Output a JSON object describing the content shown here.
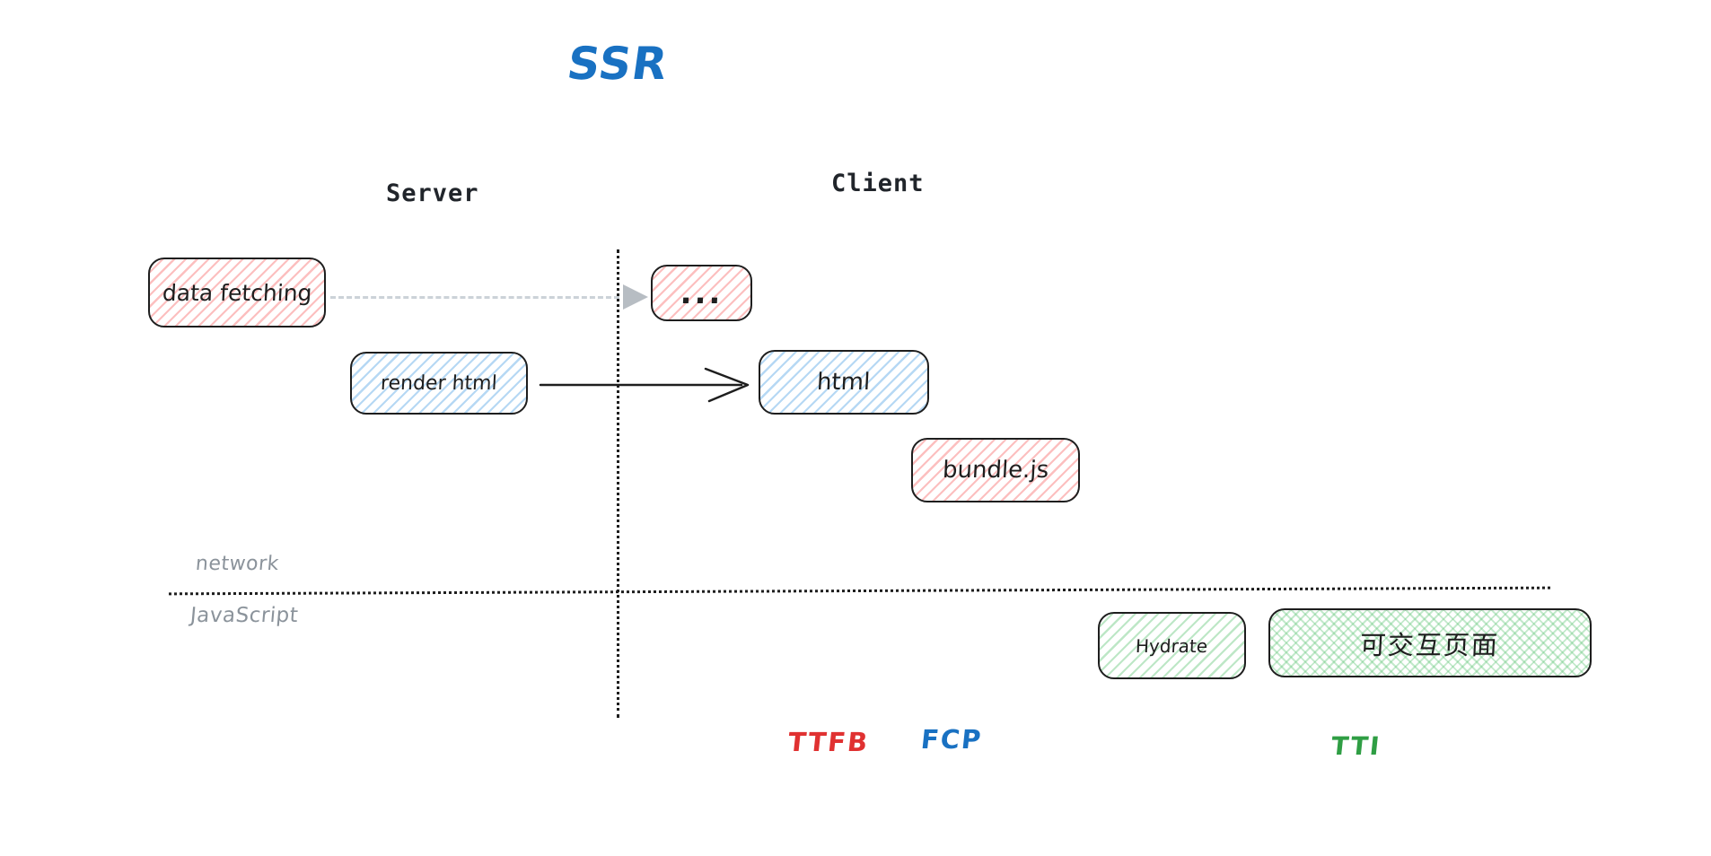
{
  "title": "SSR",
  "columns": {
    "server": "Server",
    "client": "Client"
  },
  "lanes": {
    "network": "network",
    "javascript": "JavaScript"
  },
  "boxes": {
    "data_fetching": {
      "label": "data fetching",
      "fill": "red-hachure"
    },
    "ellipsis": {
      "label": "...",
      "fill": "red-hachure"
    },
    "render_html": {
      "label": "render html",
      "fill": "blue-hachure"
    },
    "html": {
      "label": "html",
      "fill": "blue-hachure"
    },
    "bundle_js": {
      "label": "bundle.js",
      "fill": "red-hachure"
    },
    "hydrate": {
      "label": "Hydrate",
      "fill": "green-hachure"
    },
    "interactive_page": {
      "label": "可交互页面",
      "fill": "green-crosshatch"
    }
  },
  "arrows": {
    "data_fetching_to_client": {
      "style": "dashed-gray",
      "from": "data_fetching",
      "to": "ellipsis"
    },
    "render_html_to_html": {
      "style": "solid-black",
      "from": "render_html",
      "to": "html"
    }
  },
  "metrics": {
    "ttfb": {
      "label": "TTFB",
      "color": "#e03131"
    },
    "fcp": {
      "label": "FCP",
      "color": "#1971c2"
    },
    "tti": {
      "label": "TTI",
      "color": "#2f9e44"
    }
  },
  "colors": {
    "background": "#ffffff",
    "stroke": "#1e1e1e",
    "title_blue": "#1971c2",
    "red_fill": "#ffc9c9",
    "blue_fill": "#a5d8ff",
    "green_fill": "#b2f2bb",
    "lane_label_gray": "#8b939b",
    "dashed_arrow_gray": "#ccd2d8"
  }
}
